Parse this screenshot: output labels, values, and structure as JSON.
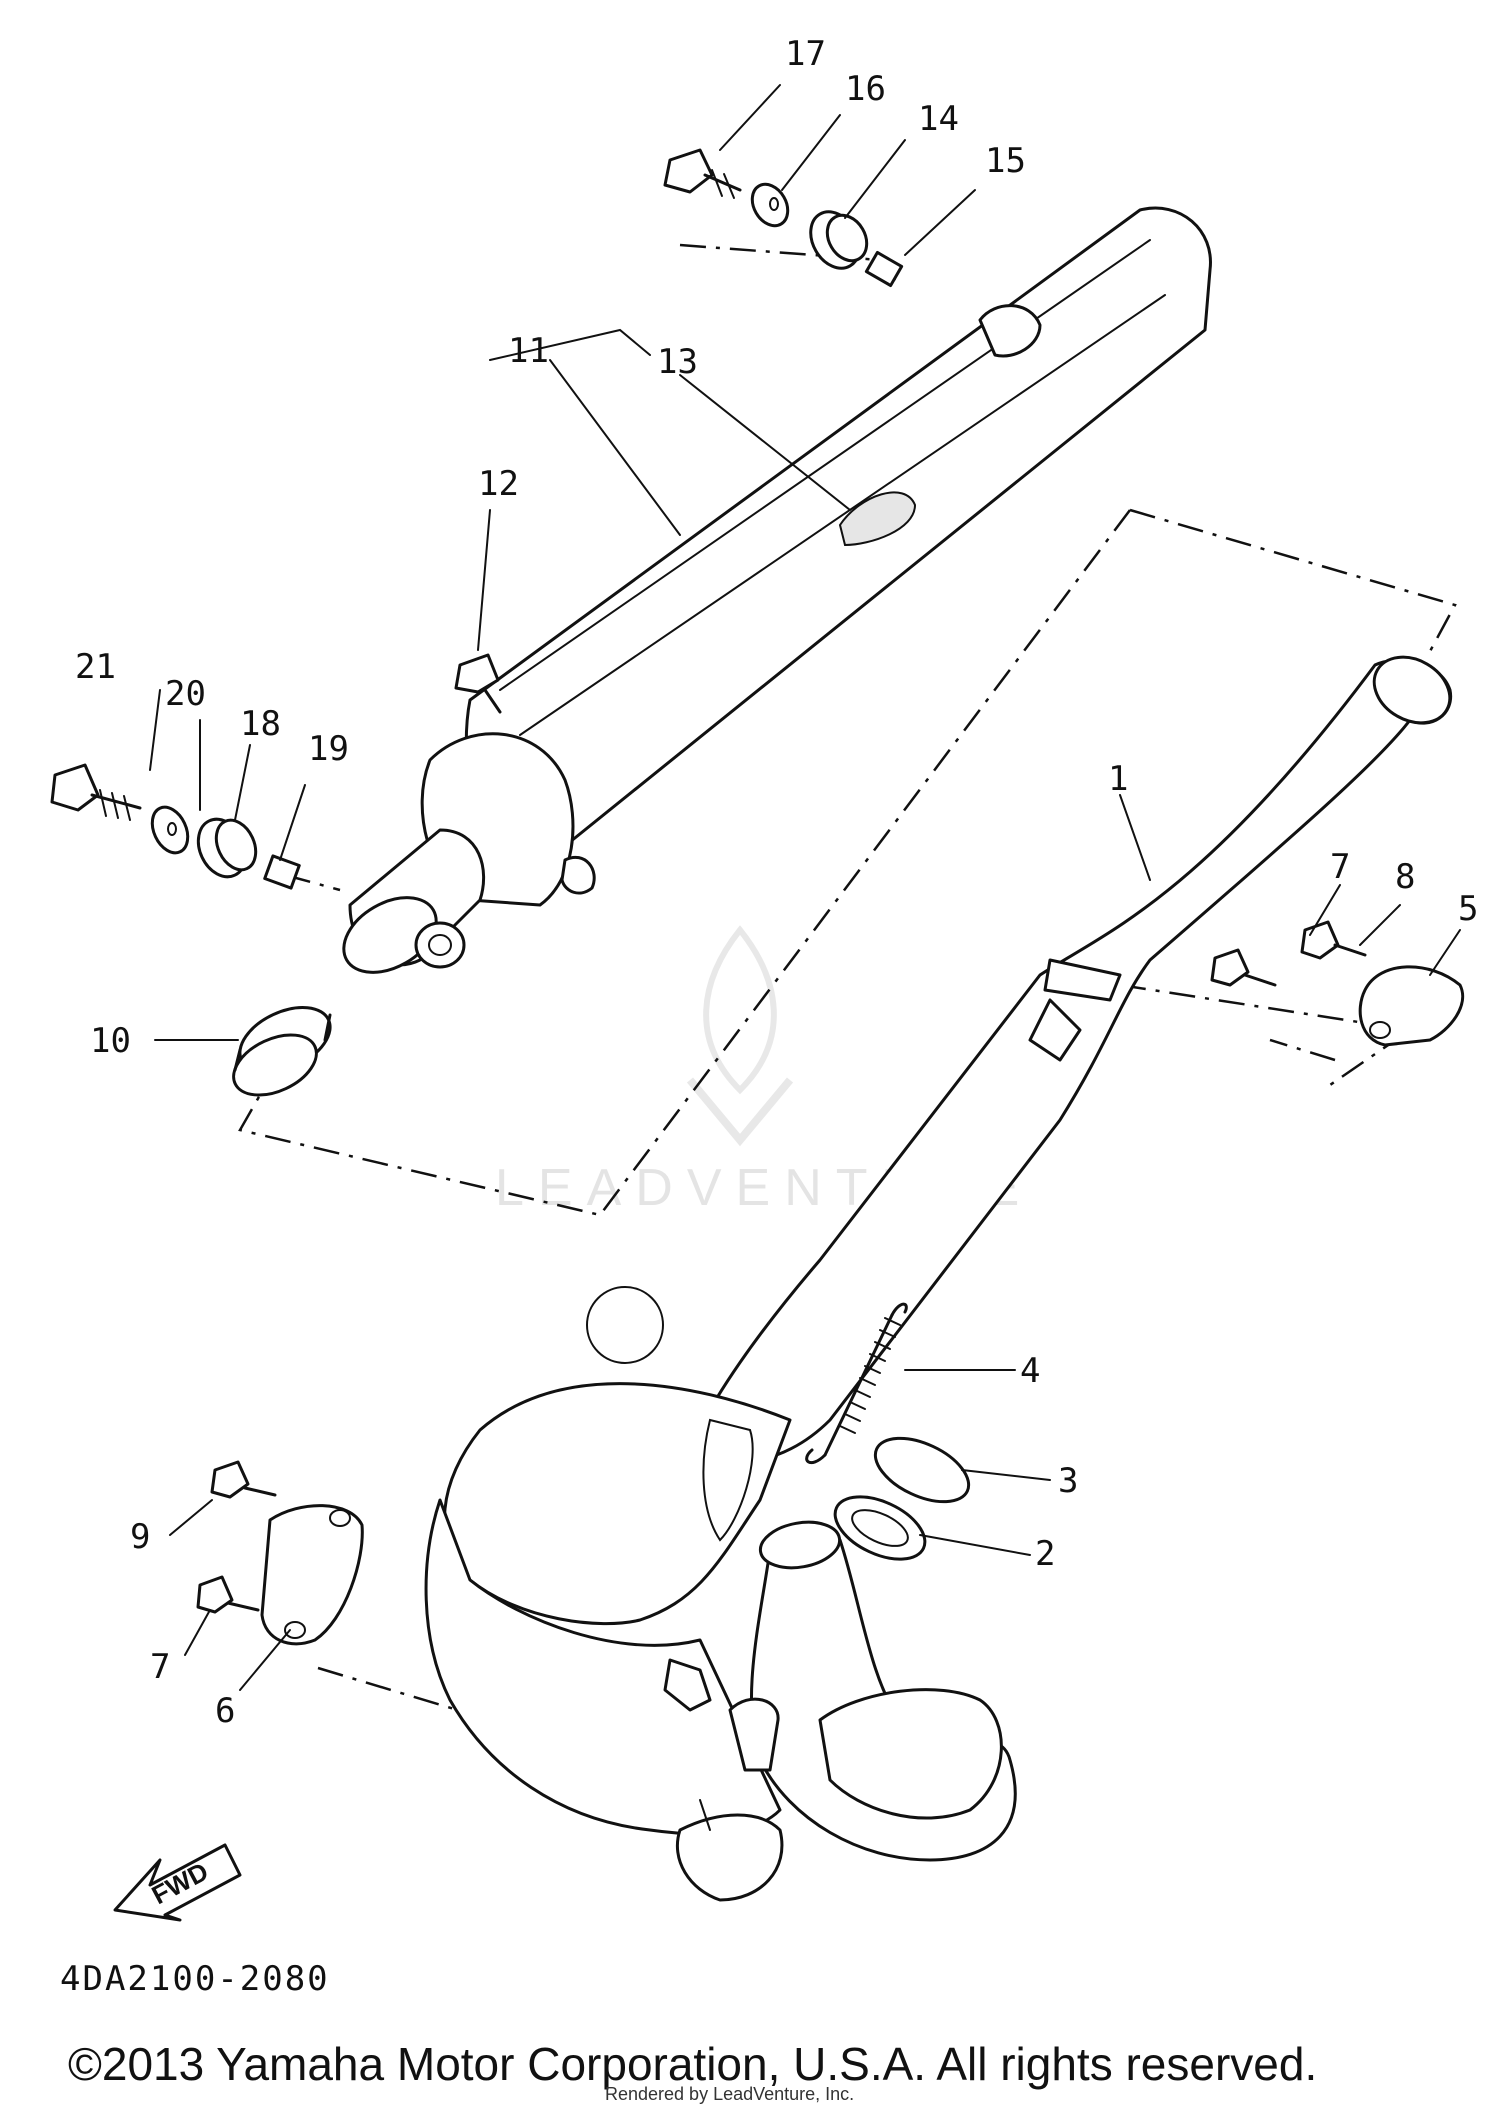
{
  "callouts": [
    {
      "id": "1",
      "label": "1"
    },
    {
      "id": "2",
      "label": "2"
    },
    {
      "id": "3",
      "label": "3"
    },
    {
      "id": "4",
      "label": "4"
    },
    {
      "id": "5",
      "label": "5"
    },
    {
      "id": "6",
      "label": "6"
    },
    {
      "id": "7a",
      "label": "7"
    },
    {
      "id": "7b",
      "label": "7"
    },
    {
      "id": "8",
      "label": "8"
    },
    {
      "id": "9",
      "label": "9"
    },
    {
      "id": "10",
      "label": "10"
    },
    {
      "id": "11",
      "label": "11"
    },
    {
      "id": "12",
      "label": "12"
    },
    {
      "id": "13",
      "label": "13"
    },
    {
      "id": "14",
      "label": "14"
    },
    {
      "id": "15",
      "label": "15"
    },
    {
      "id": "16",
      "label": "16"
    },
    {
      "id": "17",
      "label": "17"
    },
    {
      "id": "18",
      "label": "18"
    },
    {
      "id": "19",
      "label": "19"
    },
    {
      "id": "20",
      "label": "20"
    },
    {
      "id": "21",
      "label": "21"
    }
  ],
  "fwd_label": "FWD",
  "diagram_code": "4DA2100-2080",
  "watermark": "LEADVENTURE",
  "copyright": "©2013 Yamaha Motor Corporation, U.S.A. All rights reserved.",
  "rendered_by": "Rendered by LeadVenture, Inc."
}
